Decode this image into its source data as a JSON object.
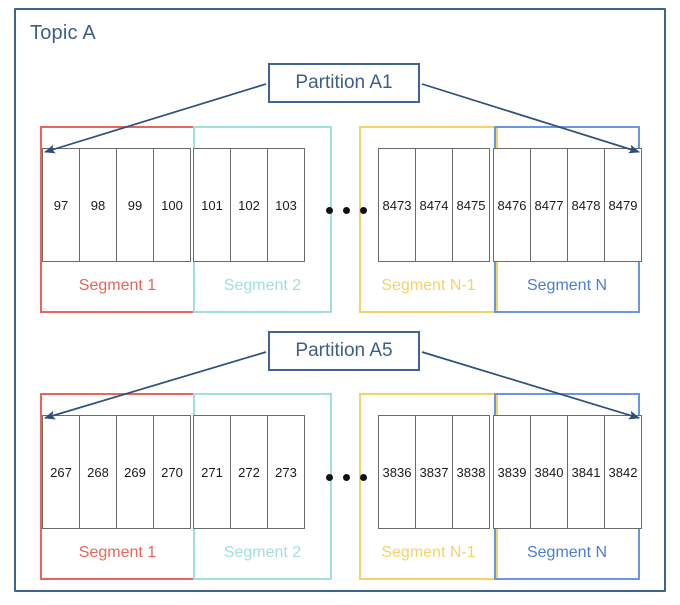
{
  "topic": {
    "title": "Topic A"
  },
  "colors": {
    "frame": "#41648f",
    "title_text": "#3c5f8a",
    "segment_1": "#e8655a",
    "segment_2": "#9fe0dc",
    "segment_n_minus_1": "#f5d264",
    "segment_n": "#6b95dc",
    "cell_border": "#6b6b6b",
    "cell_text": "#1a1a1a",
    "arrow": "#2d4f7c",
    "dot": "#111111"
  },
  "rows": [
    {
      "partition_label": "Partition A1",
      "segments": [
        {
          "name": "Segment 1",
          "color_key": "segment_1",
          "color": "#e8655a",
          "cells": [
            "97",
            "98",
            "99",
            "100"
          ]
        },
        {
          "name": "Segment 2",
          "color_key": "segment_2",
          "color": "#9fe0dc",
          "cells": [
            "101",
            "102",
            "103"
          ]
        },
        {
          "name": "Segment N-1",
          "color_key": "segment_n_minus_1",
          "color": "#f5d264",
          "cells": [
            "8473",
            "8474",
            "8475"
          ]
        },
        {
          "name": "Segment N",
          "color_key": "segment_n",
          "color": "#6b95dc",
          "cells": [
            "8476",
            "8477",
            "8478",
            "8479"
          ]
        }
      ],
      "ellipsis": "•••"
    },
    {
      "partition_label": "Partition A5",
      "segments": [
        {
          "name": "Segment 1",
          "color_key": "segment_1",
          "color": "#e8655a",
          "cells": [
            "267",
            "268",
            "269",
            "270"
          ]
        },
        {
          "name": "Segment 2",
          "color_key": "segment_2",
          "color": "#9fe0dc",
          "cells": [
            "271",
            "272",
            "273"
          ]
        },
        {
          "name": "Segment N-1",
          "color_key": "segment_n_minus_1",
          "color": "#f5d264",
          "cells": [
            "3836",
            "3837",
            "3838"
          ]
        },
        {
          "name": "Segment N",
          "color_key": "segment_n",
          "color": "#6b95dc",
          "cells": [
            "3839",
            "3840",
            "3841",
            "3842"
          ]
        }
      ],
      "ellipsis": "•••"
    }
  ]
}
